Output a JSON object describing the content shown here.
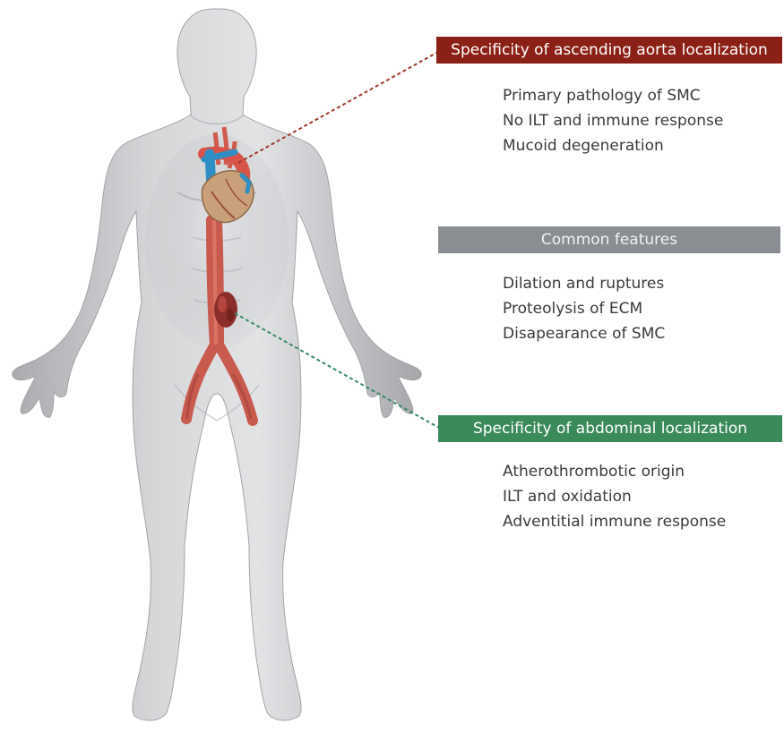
{
  "sections": {
    "ascending": {
      "title": "Specificity of ascending aorta localization",
      "items": [
        "Primary pathology of SMC",
        "No ILT and immune response",
        "Mucoid degeneration"
      ]
    },
    "common": {
      "title": "Common features",
      "items": [
        "Dilation and ruptures",
        "Proteolysis of ECM",
        "Disapearance of SMC"
      ]
    },
    "abdominal": {
      "title": "Specificity of abdominal localization",
      "items": [
        "Atherothrombotic origin",
        "ILT and oxidation",
        "Adventitial immune response"
      ]
    }
  },
  "colors": {
    "ascending_header": "#8b2016",
    "common_header": "#8a8d92",
    "abdominal_header": "#3a8a5a",
    "body": "#c9cacc",
    "aorta": "#c85a4e",
    "vein": "#2f8fc4",
    "heart": "#c9a07a"
  }
}
